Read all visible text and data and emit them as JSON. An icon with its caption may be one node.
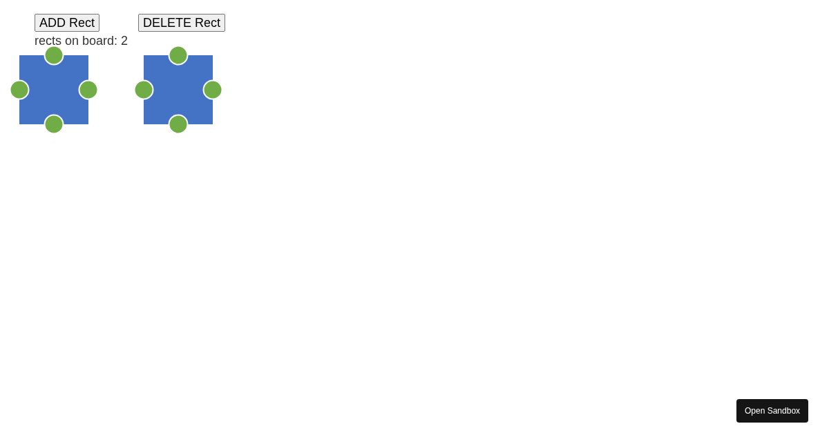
{
  "diagram": {
    "nodes": [
      {
        "text": [],
        "shape": "box"
      },
      {
        "text": [],
        "shape": "box"
      }
    ],
    "labels": [
      "ADD Rect",
      "DELETE Rect",
      "rects on board: 2",
      "Open Sandbox"
    ]
  }
}
